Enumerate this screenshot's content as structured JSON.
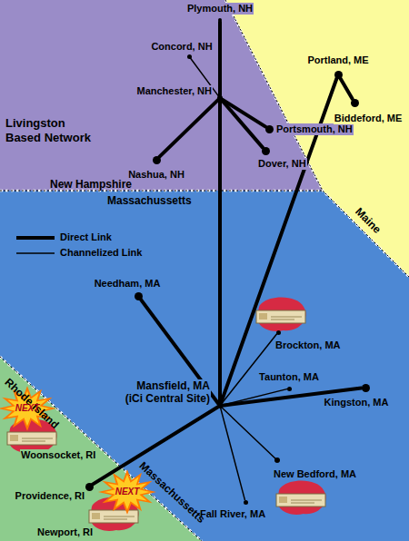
{
  "diagram": {
    "nodes": [
      {
        "text": [
          "Plymouth, NH"
        ]
      },
      {
        "text": [
          "Concord, NH"
        ]
      },
      {
        "text": [
          "Manchester, NH"
        ]
      },
      {
        "text": [
          "Portsmouth, NH"
        ]
      },
      {
        "text": [
          "Dover, NH"
        ]
      },
      {
        "text": [
          "Nashua, NH"
        ]
      },
      {
        "text": [
          "Portland, ME"
        ]
      },
      {
        "text": [
          "Biddeford, ME"
        ]
      },
      {
        "text": [
          "Needham, MA"
        ]
      },
      {
        "text": [
          "Brockton, MA"
        ]
      },
      {
        "text": [
          "Taunton, MA"
        ]
      },
      {
        "text": [
          "Kingston, MA"
        ]
      },
      {
        "text": [
          "Mansfield, MA (iCi Central Site)"
        ]
      },
      {
        "text": [
          "New Bedford, MA"
        ]
      },
      {
        "text": [
          "Fall River, MA"
        ]
      },
      {
        "text": [
          "Woonsocket, RI"
        ]
      },
      {
        "text": [
          "Providence, RI"
        ]
      },
      {
        "text": [
          "Newport, RI"
        ]
      }
    ],
    "edges": [
      {
        "from": 2,
        "to": 0,
        "arrow": "none"
      },
      {
        "from": 2,
        "to": 1,
        "arrow": "none"
      },
      {
        "from": 2,
        "to": 3,
        "arrow": "none"
      },
      {
        "from": 2,
        "to": 4,
        "arrow": "none"
      },
      {
        "from": 2,
        "to": 5,
        "arrow": "none"
      },
      {
        "from": 12,
        "to": 2,
        "arrow": "none"
      },
      {
        "from": 12,
        "to": 6,
        "arrow": "none"
      },
      {
        "from": 6,
        "to": 7,
        "arrow": "none"
      },
      {
        "from": 12,
        "to": 8,
        "arrow": "none"
      },
      {
        "from": 12,
        "to": 9,
        "arrow": "none"
      },
      {
        "from": 12,
        "to": 10,
        "arrow": "none"
      },
      {
        "from": 12,
        "to": 11,
        "arrow": "none"
      },
      {
        "from": 12,
        "to": 13,
        "arrow": "none"
      },
      {
        "from": 12,
        "to": 14,
        "arrow": "none"
      },
      {
        "from": 12,
        "to": 16,
        "arrow": "none"
      }
    ],
    "labels": [
      "Livingston Based Network",
      "New Hampshire",
      "Massachussetts",
      "Maine",
      "Rhode Island",
      "Massachussetts",
      "NEXT",
      "NEXT"
    ],
    "legend": [
      {
        "text": "Direct Link"
      },
      {
        "text": "Channelized Link"
      }
    ]
  }
}
